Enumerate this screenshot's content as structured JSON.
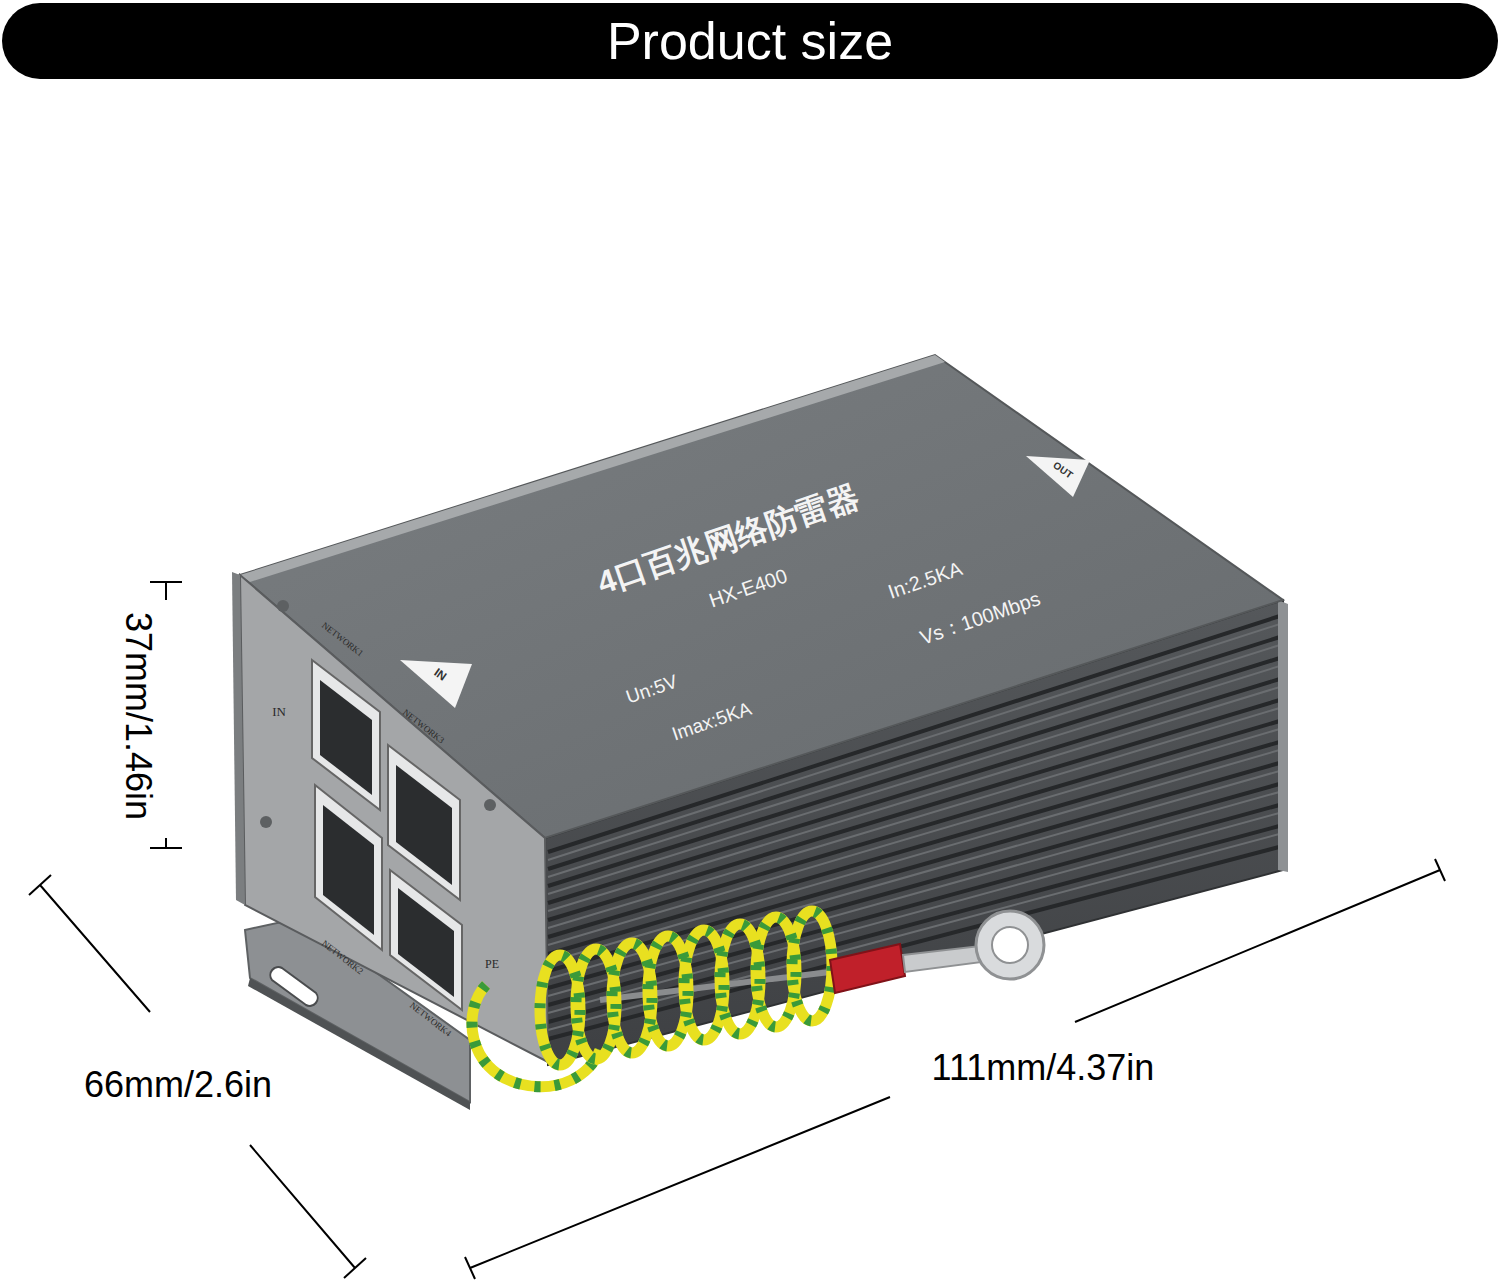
{
  "diagram": {
    "title": "Product size",
    "labels": [
      "37mm/1.46in",
      "66mm/2.6in",
      "111mm/4.37in",
      "4口百兆网络防雷器",
      "HX-E400",
      "Un:5V",
      "Imax:5KA",
      "In:2.5KA",
      "Vs：100Mbps",
      "IN",
      "OUT",
      "IN",
      "PE",
      "NETWORK1",
      "NETWORK3",
      "NETWORK2",
      "NETWORK4"
    ]
  }
}
